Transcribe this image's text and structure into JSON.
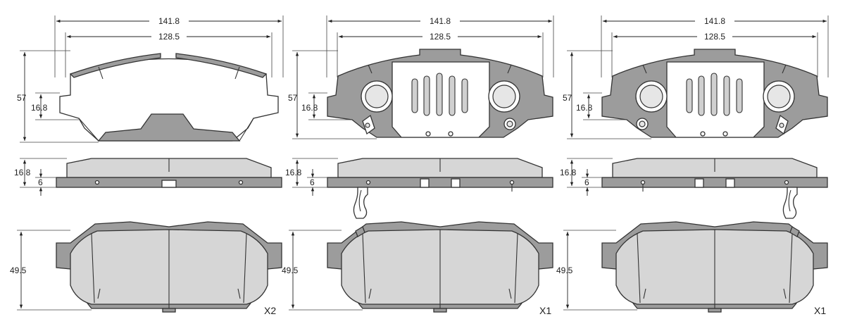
{
  "colors": {
    "backing_plate": "#9c9c9c",
    "friction_material": "#d6d6d6",
    "outline": "#333333"
  },
  "dimensions": {
    "overall_width": "141.8",
    "inner_width": "128.5",
    "height": "57",
    "lower_height": "16.8",
    "total_thickness": "16.8",
    "plate_thickness": "6",
    "friction_height": "49.5"
  },
  "quantities": [
    "X2",
    "X1",
    "X1"
  ]
}
